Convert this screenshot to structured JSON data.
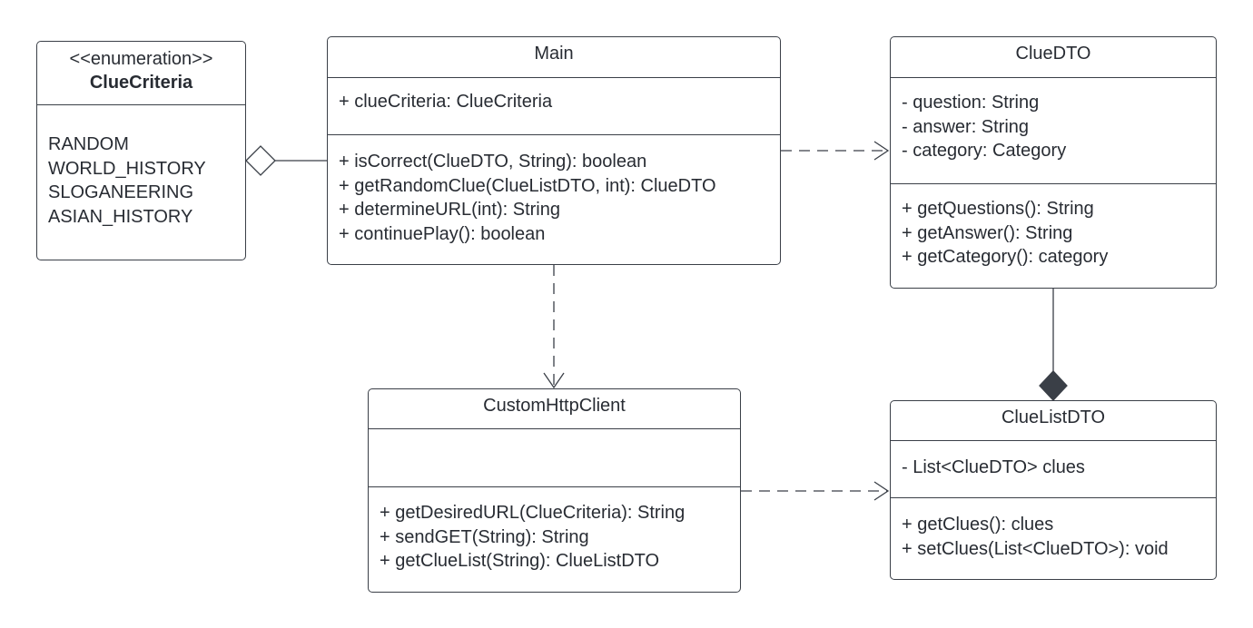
{
  "classes": {
    "clue_criteria": {
      "stereotype": "<<enumeration>>",
      "name": "ClueCriteria",
      "values": [
        "RANDOM",
        "WORLD_HISTORY",
        "SLOGANEERING",
        "ASIAN_HISTORY"
      ]
    },
    "main": {
      "name": "Main",
      "attributes": [
        "+ clueCriteria: ClueCriteria"
      ],
      "methods": [
        "+ isCorrect(ClueDTO, String): boolean",
        "+ getRandomClue(ClueListDTO, int): ClueDTO",
        "+ determineURL(int): String",
        "+ continuePlay(): boolean"
      ]
    },
    "clue_dto": {
      "name": "ClueDTO",
      "attributes": [
        "- question: String",
        "- answer: String",
        "- category: Category"
      ],
      "methods": [
        "+ getQuestions(): String",
        "+ getAnswer(): String",
        "+ getCategory(): category"
      ]
    },
    "custom_http_client": {
      "name": "CustomHttpClient",
      "attributes": [],
      "methods": [
        "+ getDesiredURL(ClueCriteria): String",
        "+ sendGET(String): String",
        "+ getClueList(String): ClueListDTO"
      ]
    },
    "clue_list_dto": {
      "name": "ClueListDTO",
      "attributes": [
        "- List<ClueDTO> clues"
      ],
      "methods": [
        "+ getClues(): clues",
        "+ setClues(List<ClueDTO>): void"
      ]
    }
  },
  "colors": {
    "border": "#3a3f47",
    "text": "#282c33",
    "line": "#3a3f47"
  }
}
